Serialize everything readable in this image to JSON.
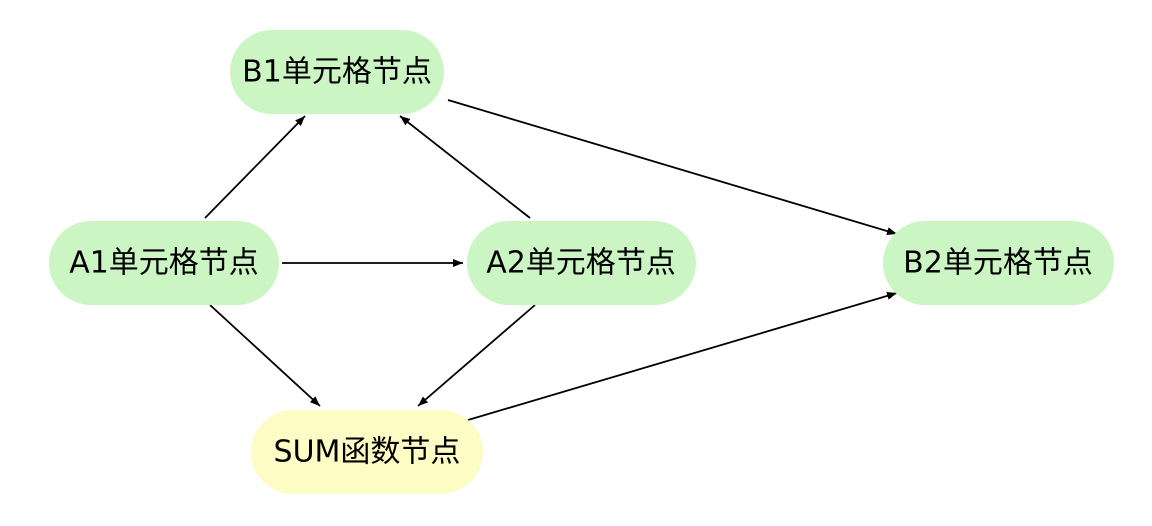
{
  "diagram": {
    "colors": {
      "cell_node_fill": "#ccf5c4",
      "function_node_fill": "#fdfcc4",
      "edge_color": "#000000",
      "background": "#ffffff"
    },
    "nodes": {
      "b1": {
        "label": "B1单元格节点",
        "kind": "cell"
      },
      "a1": {
        "label": "A1单元格节点",
        "kind": "cell"
      },
      "a2": {
        "label": "A2单元格节点",
        "kind": "cell"
      },
      "b2": {
        "label": "B2单元格节点",
        "kind": "cell"
      },
      "sum": {
        "label": "SUM函数节点",
        "kind": "function"
      }
    },
    "edges": [
      {
        "from": "a1",
        "to": "b1"
      },
      {
        "from": "a2",
        "to": "b1"
      },
      {
        "from": "a1",
        "to": "a2"
      },
      {
        "from": "b1",
        "to": "b2"
      },
      {
        "from": "a1",
        "to": "sum"
      },
      {
        "from": "a2",
        "to": "sum"
      },
      {
        "from": "sum",
        "to": "b2"
      }
    ]
  }
}
